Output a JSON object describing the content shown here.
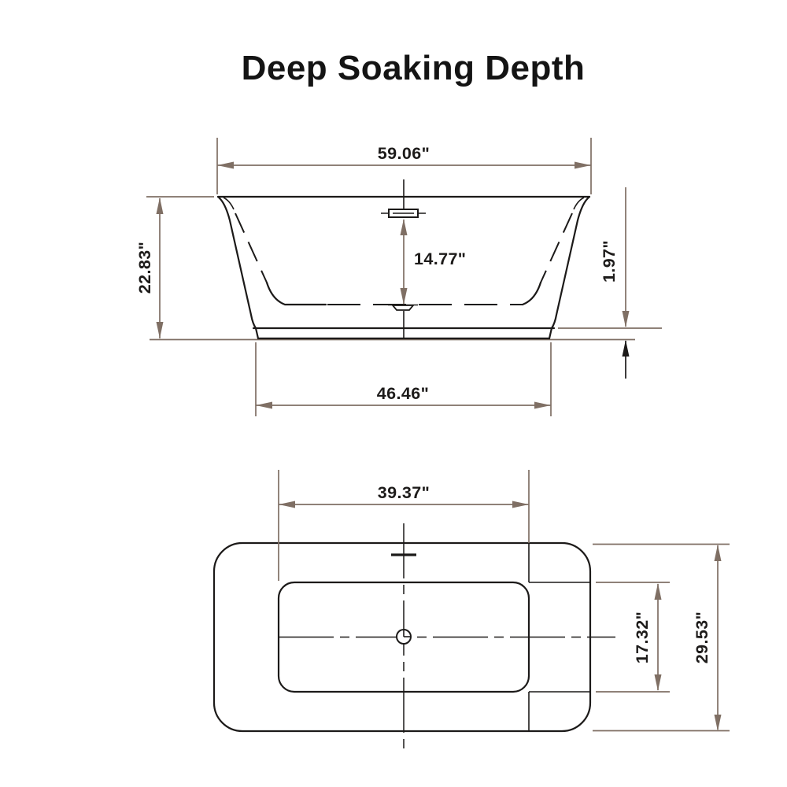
{
  "title": "Deep Soaking Depth",
  "side_view": {
    "overall_width": "59.06\"",
    "overall_height": "22.83\"",
    "soak_depth": "14.77\"",
    "base_height": "1.97\"",
    "base_width": "46.46\""
  },
  "top_view": {
    "basin_length": "39.37\"",
    "basin_width": "17.32\"",
    "overall_width": "29.53\""
  },
  "colors": {
    "dimension_line": "#7f6f64",
    "drawing_line": "#1c1a19",
    "label_text": "#1d1b1a",
    "background": "#ffffff"
  }
}
